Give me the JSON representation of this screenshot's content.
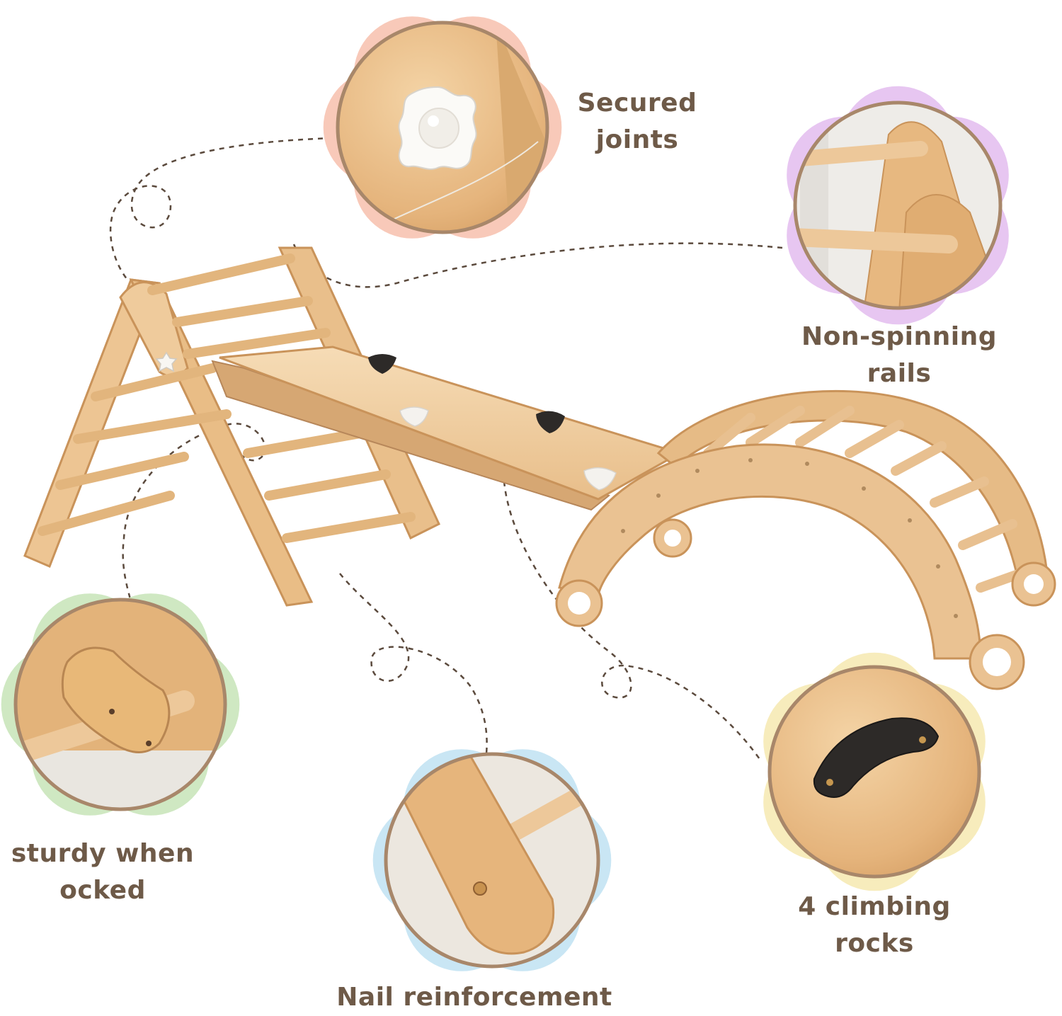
{
  "features": [
    {
      "id": "joints",
      "lines": [
        "Secured",
        "joints"
      ],
      "accent": "#f8c9b9"
    },
    {
      "id": "rails",
      "lines": [
        "Non-spinning",
        "rails"
      ],
      "accent": "#e7c6f1"
    },
    {
      "id": "sturdy",
      "lines": [
        "sturdy when",
        "ocked"
      ],
      "accent": "#cfe8c2"
    },
    {
      "id": "nail",
      "lines": [
        "Nail reinforcement"
      ],
      "accent": "#c9e6f4"
    },
    {
      "id": "rocks",
      "lines": [
        "4 climbing",
        "rocks"
      ],
      "accent": "#f7ecbc"
    }
  ],
  "colors": {
    "wood": "#e6bb86",
    "wood_light": "#f3d8b1",
    "wood_dark": "#c7925a",
    "ring": "#9a7a5e",
    "text": "#6e5a48",
    "dash": "#5b4a3d",
    "rock_dark": "#2d2a28",
    "rock_white": "#f4f2ee"
  },
  "icons": [
    "flower-badge",
    "climbing-rock",
    "star-knob",
    "ladder-triangle",
    "arch-rocker",
    "ramp-board"
  ]
}
